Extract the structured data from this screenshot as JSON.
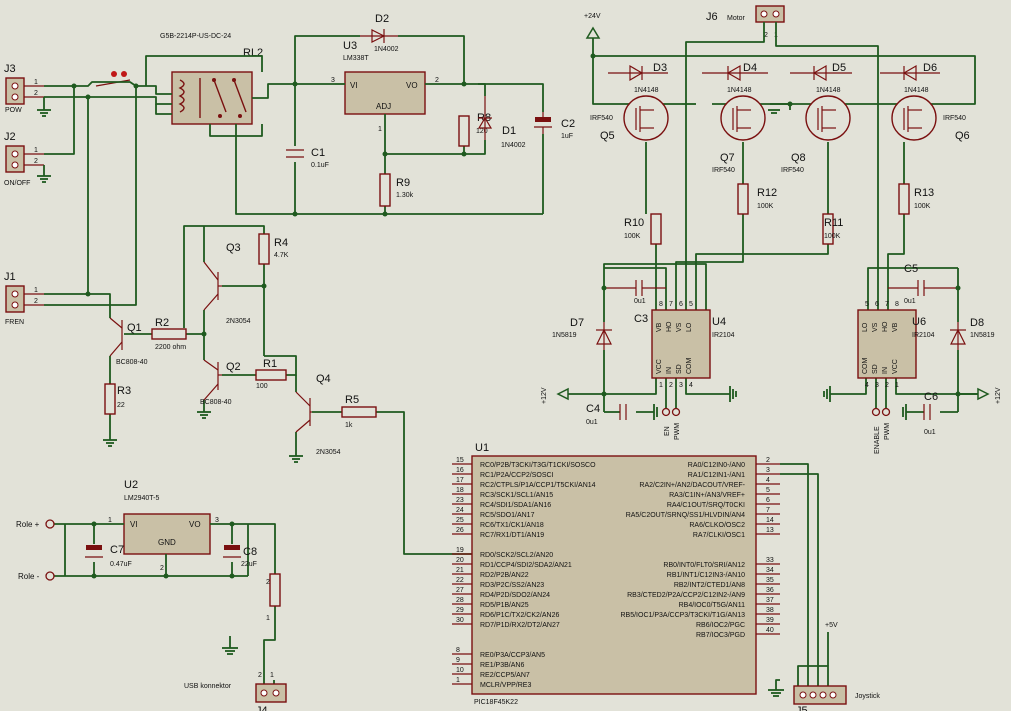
{
  "title": {
    "u1": "U1",
    "u1_part": "PIC18F45K22"
  },
  "u1": {
    "left": [
      {
        "pin": "15",
        "label": "RC0/P2B/T3CKI/T3G/T1CKI/SOSCO"
      },
      {
        "pin": "16",
        "label": "RC1/P2A/CCP2/SOSCI"
      },
      {
        "pin": "17",
        "label": "RC2/CTPLS/P1A/CCP1/T5CKI/AN14"
      },
      {
        "pin": "18",
        "label": "RC3/SCK1/SCL1/AN15"
      },
      {
        "pin": "23",
        "label": "RC4/SDI1/SDA1/AN16"
      },
      {
        "pin": "24",
        "label": "RC5/SDO1/AN17"
      },
      {
        "pin": "25",
        "label": "RC6/TX1/CK1/AN18"
      },
      {
        "pin": "26",
        "label": "RC7/RX1/DT1/AN19"
      },
      {
        "pin": "19",
        "label": "RD0/SCK2/SCL2/AN20"
      },
      {
        "pin": "20",
        "label": "RD1/CCP4/SDI2/SDA2/AN21"
      },
      {
        "pin": "21",
        "label": "RD2/P2B/AN22"
      },
      {
        "pin": "22",
        "label": "RD3/P2C/SS2/AN23"
      },
      {
        "pin": "27",
        "label": "RD4/P2D/SDO2/AN24"
      },
      {
        "pin": "28",
        "label": "RD5/P1B/AN25"
      },
      {
        "pin": "29",
        "label": "RD6/P1C/TX2/CK2/AN26"
      },
      {
        "pin": "30",
        "label": "RD7/P1D/RX2/DT2/AN27"
      },
      {
        "pin": "8",
        "label": "RE0/P3A/CCP3/AN5"
      },
      {
        "pin": "9",
        "label": "RE1/P3B/AN6"
      },
      {
        "pin": "10",
        "label": "RE2/CCP5/AN7"
      },
      {
        "pin": "1",
        "label": "MCLR/VPP/RE3"
      }
    ],
    "right": [
      {
        "pin": "2",
        "label": "RA0/C12IN0-/AN0"
      },
      {
        "pin": "3",
        "label": "RA1/C12IN1-/AN1"
      },
      {
        "pin": "4",
        "label": "RA2/C2IN+/AN2/DACOUT/VREF-"
      },
      {
        "pin": "5",
        "label": "RA3/C1IN+/AN3/VREF+"
      },
      {
        "pin": "6",
        "label": "RA4/C1OUT/SRQ/T0CKI"
      },
      {
        "pin": "7",
        "label": "RA5/C2OUT/SRNQ/SS1/HLVDIN/AN4"
      },
      {
        "pin": "14",
        "label": "RA6/CLKO/OSC2"
      },
      {
        "pin": "13",
        "label": "RA7/CLKI/OSC1"
      },
      {
        "pin": "33",
        "label": "RB0/INT0/FLT0/SRI/AN12"
      },
      {
        "pin": "34",
        "label": "RB1/INT1/C12IN3-/AN10"
      },
      {
        "pin": "35",
        "label": "RB2/INT2/CTED1/AN8"
      },
      {
        "pin": "36",
        "label": "RB3/CTED2/P2A/CCP2/C12IN2-/AN9"
      },
      {
        "pin": "37",
        "label": "RB4/IOC0/T5G/AN11"
      },
      {
        "pin": "38",
        "label": "RB5/IOC1/P3A/CCP3/T3CKI/T1G/AN13"
      },
      {
        "pin": "39",
        "label": "RB6/IOC2/PGC"
      },
      {
        "pin": "40",
        "label": "RB7/IOC3/PGD"
      }
    ]
  },
  "connectors": {
    "j3": "J3",
    "j3_name": "POW",
    "j2": "J2",
    "j2_name": "ON/OFF",
    "j1": "J1",
    "j1_name": "FREN",
    "j6": "J6",
    "j6_name": "Motor",
    "j4": "J4",
    "j4_name": "USB konnektor",
    "j5": "J5",
    "j5_name": "Joystick",
    "pin1": "1",
    "pin2": "2"
  },
  "relay": {
    "ref": "RL2",
    "part": "G5B-2214P-US-DC-24"
  },
  "regulator": {
    "ref": "U3",
    "part": "LM338T",
    "vi": "VI",
    "vo": "VO",
    "adj": "ADJ",
    "pin1": "1",
    "pin2": "2",
    "pin3": "3"
  },
  "u2": {
    "ref": "U2",
    "part": "LM2940T-5",
    "vi": "VI",
    "vo": "VO",
    "gnd": "GND",
    "pin1": "1",
    "pin2": "2",
    "pin3": "3"
  },
  "components": {
    "d2": "D2",
    "d2v": "1N4002",
    "d1": "D1",
    "d1v": "1N4002",
    "r8": "R8",
    "r8v": "120",
    "c1": "C1",
    "c1v": "0.1uF",
    "c2": "C2",
    "c2v": "1uF",
    "r9": "R9",
    "r9v": "1.30k",
    "q3": "Q3",
    "q3v": "2N3054",
    "q4": "Q4",
    "q4v": "2N3054",
    "q1": "Q1",
    "q1v": "BC808-40",
    "q2": "Q2",
    "q2v": "BC808-40",
    "r4": "R4",
    "r4v": "4.7K",
    "r2": "R2",
    "r2v": "2200 ohm",
    "r1": "R1",
    "r1v": "100",
    "r5": "R5",
    "r5v": "1k",
    "r3": "R3",
    "r3v": "22",
    "c7": "C7",
    "c7v": "0.47uF",
    "c8": "C8",
    "c8v": "22uF",
    "d3": "D3",
    "d4": "D4",
    "d5": "D5",
    "d6": "D6",
    "dv": "1N4148",
    "q5": "Q5",
    "q6": "Q6",
    "q7": "Q7",
    "q8": "Q8",
    "qv": "IRF540",
    "r10": "R10",
    "r11": "R11",
    "r12": "R12",
    "r13": "R13",
    "rv": "100K",
    "c3": "C3",
    "c5": "C5",
    "c4": "C4",
    "c6": "C6",
    "cv": "0u1",
    "u4": "U4",
    "u6": "U6",
    "u4v": "IR2104",
    "d7": "D7",
    "d8": "D8",
    "d7v": "1N5819"
  },
  "driver": {
    "vb": "VB",
    "ho": "HO",
    "vs": "VS",
    "lo": "LO",
    "vcc": "VCC",
    "in": "IN",
    "sd": "SD",
    "com": "COM",
    "p1": "1",
    "p2": "2",
    "p3": "3",
    "p4": "4",
    "p5": "5",
    "p6": "6",
    "p7": "7",
    "p8": "8"
  },
  "labels": {
    "v24": "+24V",
    "v12": "+12V",
    "v5": "+5V",
    "role_plus": "Role +",
    "role_minus": "Role -",
    "en": "EN",
    "pwm": "PWM",
    "enable": "ENABLE",
    "p1": "1",
    "p2": "2",
    "p3": "3"
  },
  "colors": {
    "wire": "#1f5a1f",
    "body": "#c9c0a6",
    "outline": "#7a1010",
    "background": "#e2e2d8"
  }
}
